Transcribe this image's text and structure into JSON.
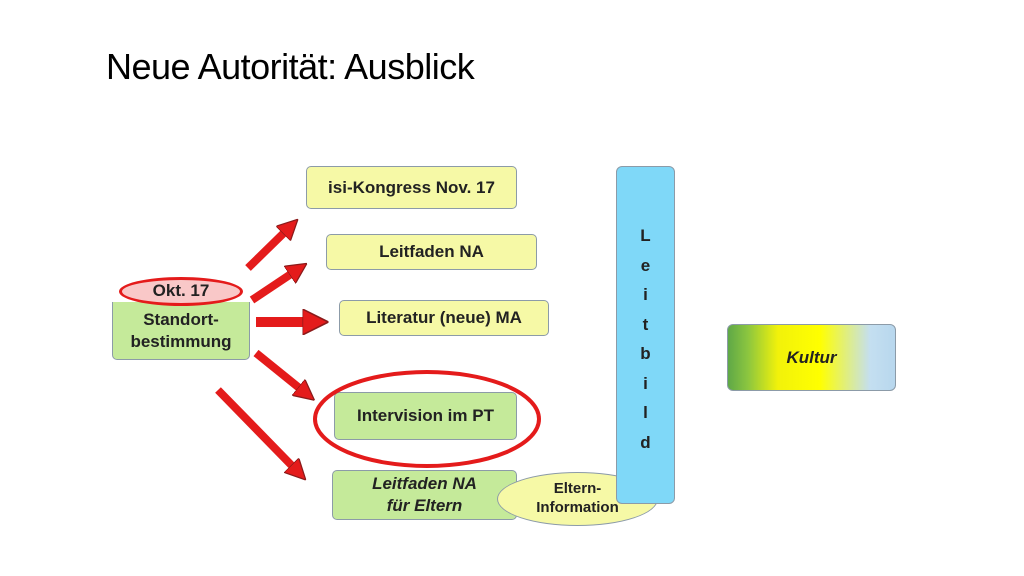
{
  "slide": {
    "title": "Neue Autorität: Ausblick"
  },
  "origin": {
    "date": "Okt. 17",
    "line1": "Standort-",
    "line2": "bestimmung"
  },
  "targets": {
    "isi": "isi-Kongress Nov. 17",
    "leitfaden": "Leitfaden NA",
    "literatur": "Literatur (neue) MA",
    "intervision": "Intervision im PT",
    "eltern_line1": "Leitfaden NA",
    "eltern_line2": "für Eltern"
  },
  "info": {
    "line1": "Eltern-",
    "line2": "Information"
  },
  "leitbild": {
    "letters": [
      "L",
      "e",
      "i",
      "t",
      "b",
      "i",
      "l",
      "d"
    ]
  },
  "kultur": {
    "label": "Kultur"
  },
  "colors": {
    "arrow": "#e41b1b",
    "highlight": "#e41b1b",
    "green_box": "#c5ea9a",
    "yellow_box": "#f6f9a6",
    "leitbild_box": "#7fd8f8"
  }
}
